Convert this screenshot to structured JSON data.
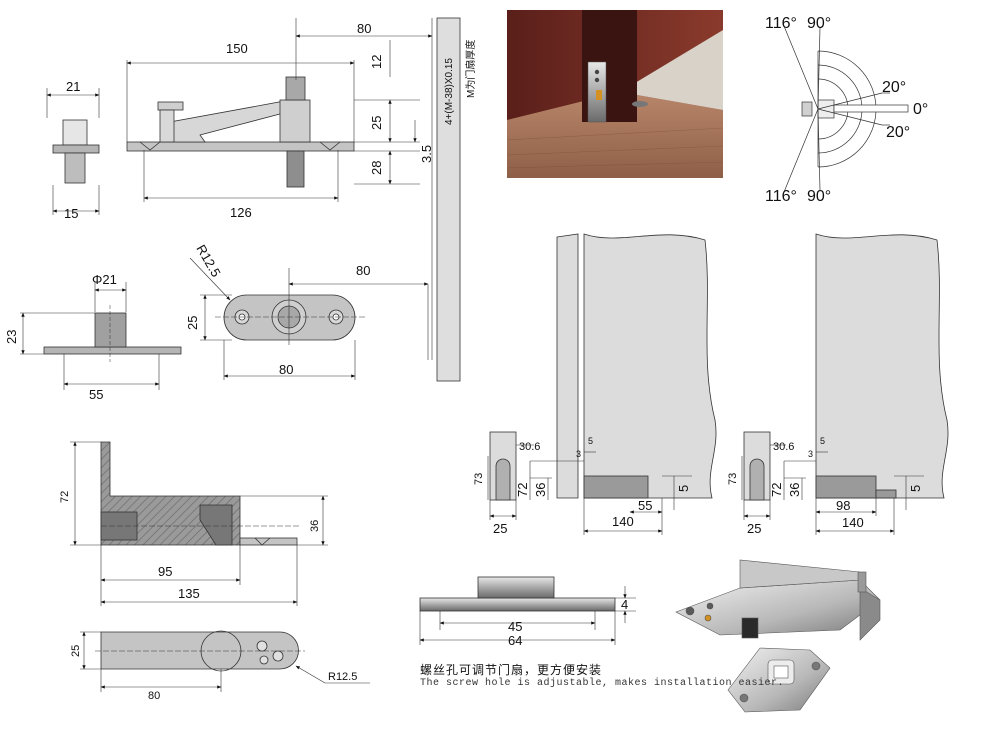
{
  "top_hinge": {
    "dim_width": "21",
    "dim_stem": "15",
    "dim_overall": "150",
    "dim_offset": "80",
    "dim_base": "126",
    "dim_12": "12",
    "dim_25": "25",
    "dim_28": "28",
    "dim_3_5": "3.5"
  },
  "door_strip": {
    "formula": "4+(M-38)X0.15",
    "note": "M为门扇厚度"
  },
  "base_plate": {
    "dim_dia": "Φ21",
    "dim_height": "23",
    "dim_width": "55"
  },
  "oval_plate": {
    "dim_radius": "R12.5",
    "dim_offset": "80",
    "dim_height": "25",
    "dim_length": "80"
  },
  "angle_diagram": {
    "top_left": "116°",
    "top_right": "90°",
    "bottom_left": "116°",
    "bottom_right": "90°",
    "a20_top": "20°",
    "a0": "0°",
    "a20_bottom": "20°"
  },
  "install_left": {
    "d30_6": "30.6",
    "d73": "73",
    "d72": "72",
    "d36": "36",
    "d25": "25",
    "d5_top": "5",
    "d3": "3",
    "d140": "140",
    "d55": "55",
    "d5": "5"
  },
  "install_right": {
    "d30_6": "30.6",
    "d73": "73",
    "d72": "72",
    "d36": "36",
    "d25": "25",
    "d5_top": "5",
    "d3": "3",
    "d98": "98",
    "d140": "140",
    "d5": "5"
  },
  "pivot_section": {
    "d72": "72",
    "d36": "36",
    "d95": "95",
    "d135": "135"
  },
  "pivot_plan": {
    "d25": "25",
    "d80": "80",
    "radius": "R12.5"
  },
  "adjust_plate": {
    "d4": "4",
    "d45": "45",
    "d64": "64"
  },
  "caption": {
    "cn": "螺丝孔可调节门扇，更方便安装",
    "en": "The screw hole is adjustable, makes installation easier."
  }
}
